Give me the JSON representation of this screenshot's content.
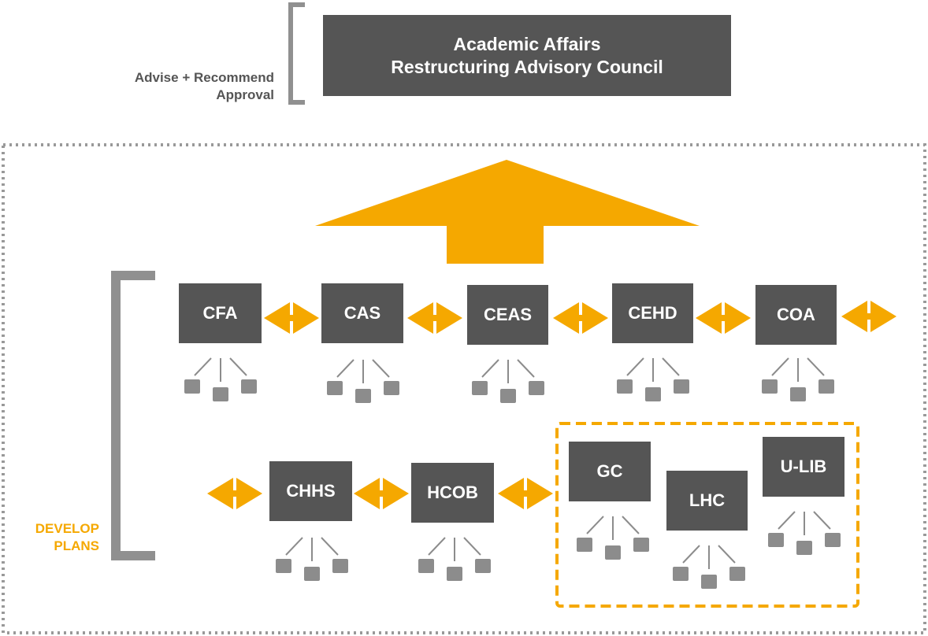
{
  "council": {
    "line1": "Academic Affairs",
    "line2": "Restructuring Advisory Council"
  },
  "council_note": {
    "line1": "Advise + Recommend",
    "line2": "Approval"
  },
  "develop_note": {
    "line1": "DEVELOP",
    "line2": "PLANS"
  },
  "units": [
    "CFA",
    "CAS",
    "CEAS",
    "CEHD",
    "COA",
    "CHHS",
    "HCOB",
    "GC",
    "LHC",
    "U-LIB"
  ],
  "colors": {
    "box": "#555555",
    "accent": "#F5A800",
    "bracket": "#909090",
    "dots": "#999999",
    "sub_units": "#8C8C8C"
  }
}
